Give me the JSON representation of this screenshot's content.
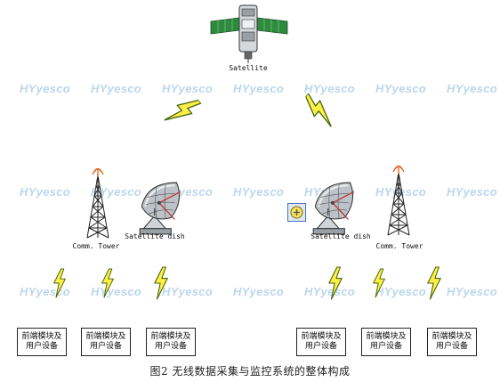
{
  "nodes": {
    "satellite": {
      "label": "Satellite"
    },
    "left_tower": {
      "label": "Comm. Tower"
    },
    "left_dish": {
      "label": "Satellite dish"
    },
    "right_dish": {
      "label": "Satellite dish"
    },
    "right_tower": {
      "label": "Comm. Tower"
    }
  },
  "devices": [
    {
      "label": "前端模块及\n用户设备"
    },
    {
      "label": "前端模块及\n用户设备"
    },
    {
      "label": "前端模块及\n用户设备"
    },
    {
      "label": "前端模块及\n用户设备"
    },
    {
      "label": "前端模块及\n用户设备"
    },
    {
      "label": "前端模块及\n用户设备"
    }
  ],
  "caption": "图2  无线数据采集与监控系统的整体构成",
  "watermark": "HYyesco",
  "colors": {
    "lightning_fill": "#ffee44",
    "lightning_stroke": "#446611",
    "solar_panel": "#2e8b3e",
    "watermark": "#bcd6ec",
    "select_button": "#4c72b8"
  },
  "icons": [
    "satellite-icon",
    "lightning-icon",
    "tower-icon",
    "dish-icon",
    "plus-circle-icon"
  ]
}
